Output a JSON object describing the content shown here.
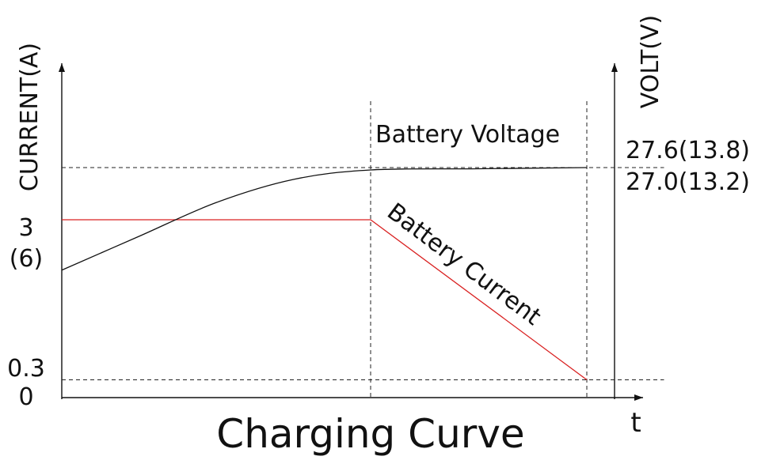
{
  "chart_data": {
    "type": "line",
    "title": "Charging Curve",
    "xlabel": "t",
    "ylabel_left": "CURRENT(A)",
    "ylabel_right": "VOLT(V)",
    "left_ticks": [
      {
        "label": "3",
        "value": 3.0
      },
      {
        "label": "(6)",
        "value": 2.55
      },
      {
        "label": "0.3",
        "value": 0.3
      },
      {
        "label": "0",
        "value": 0.0
      }
    ],
    "right_ticks": [
      {
        "label": "27.6(13.8)",
        "value": 27.6
      },
      {
        "label": "27.0(13.2)",
        "value": 27.0
      }
    ],
    "phase_markers": [
      1.0,
      1.7
    ],
    "x_range": [
      0,
      1.95
    ],
    "series": [
      {
        "name": "Battery Current",
        "color": "#d92020",
        "axis": "left",
        "x": [
          0,
          1.0,
          1.7
        ],
        "y": [
          3.0,
          3.0,
          0.3
        ]
      },
      {
        "name": "Battery Voltage",
        "color": "#111111",
        "axis": "left",
        "x": [
          0,
          0.25,
          0.5,
          0.75,
          1.0,
          1.35,
          1.7
        ],
        "y": [
          2.15,
          2.72,
          3.29,
          3.68,
          3.84,
          3.86,
          3.88
        ]
      }
    ]
  }
}
